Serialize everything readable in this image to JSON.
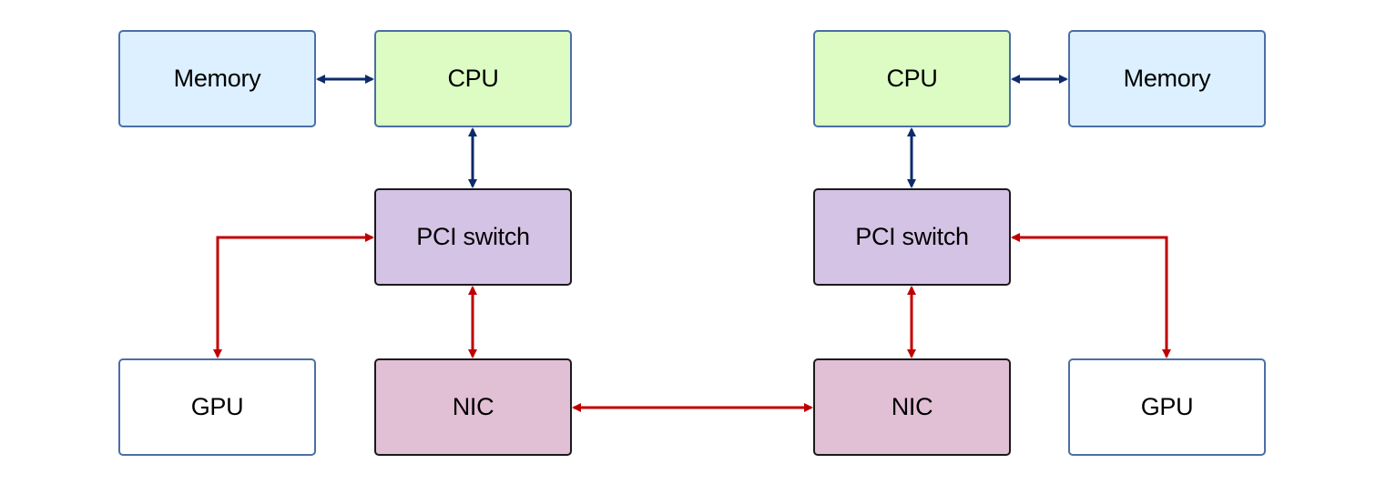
{
  "colors": {
    "memory_fill": "#dcf0ff",
    "cpu_fill": "#dcfcc4",
    "pci_switch_fill": "#d5c3e5",
    "nic_fill": "#e1bfd4",
    "gpu_fill": "#ffffff",
    "host_link_color": "#0d2a6b",
    "pcie_network_link_color": "#c00000"
  },
  "left_node": {
    "memory": "Memory",
    "cpu": "CPU",
    "pci_switch": "PCI switch",
    "gpu": "GPU",
    "nic": "NIC"
  },
  "right_node": {
    "cpu": "CPU",
    "memory": "Memory",
    "pci_switch": "PCI switch",
    "nic": "NIC",
    "gpu": "GPU"
  },
  "connections": [
    {
      "from": "left_node.memory",
      "to": "left_node.cpu",
      "color": "host_link_color",
      "bidirectional": true
    },
    {
      "from": "left_node.cpu",
      "to": "left_node.pci_switch",
      "color": "host_link_color",
      "bidirectional": true
    },
    {
      "from": "left_node.pci_switch",
      "to": "left_node.gpu",
      "color": "pcie_network_link_color",
      "bidirectional": true
    },
    {
      "from": "left_node.pci_switch",
      "to": "left_node.nic",
      "color": "pcie_network_link_color",
      "bidirectional": true
    },
    {
      "from": "left_node.nic",
      "to": "right_node.nic",
      "color": "pcie_network_link_color",
      "bidirectional": true
    },
    {
      "from": "right_node.cpu",
      "to": "right_node.memory",
      "color": "host_link_color",
      "bidirectional": true
    },
    {
      "from": "right_node.cpu",
      "to": "right_node.pci_switch",
      "color": "host_link_color",
      "bidirectional": true
    },
    {
      "from": "right_node.pci_switch",
      "to": "right_node.gpu",
      "color": "pcie_network_link_color",
      "bidirectional": true
    },
    {
      "from": "right_node.pci_switch",
      "to": "right_node.nic",
      "color": "pcie_network_link_color",
      "bidirectional": true
    }
  ]
}
